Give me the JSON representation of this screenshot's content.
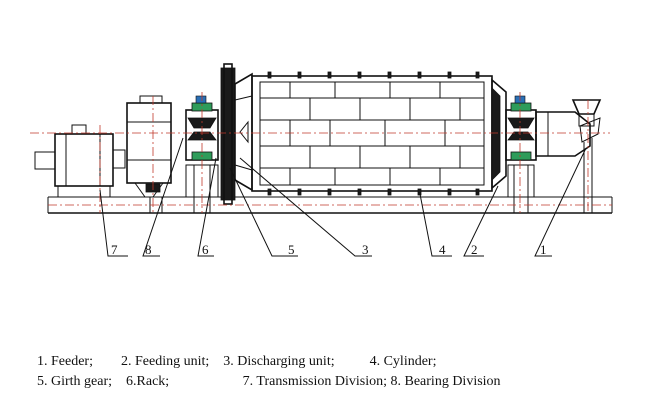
{
  "callouts": [
    "7",
    "8",
    "6",
    "5",
    "3",
    "4",
    "2",
    "1"
  ],
  "legend": {
    "line1": "1. Feeder;        2. Feeding unit;    3. Discharging unit;          4. Cylinder;",
    "line2": "5. Girth gear;    6.Rack;                     7. Transmission Division; 8. Bearing Division"
  },
  "colors": {
    "ink": "#111111",
    "bearing_green": "#2e9c5a",
    "bearing_blue": "#2a6fb5",
    "centerline": "#c0392b"
  }
}
